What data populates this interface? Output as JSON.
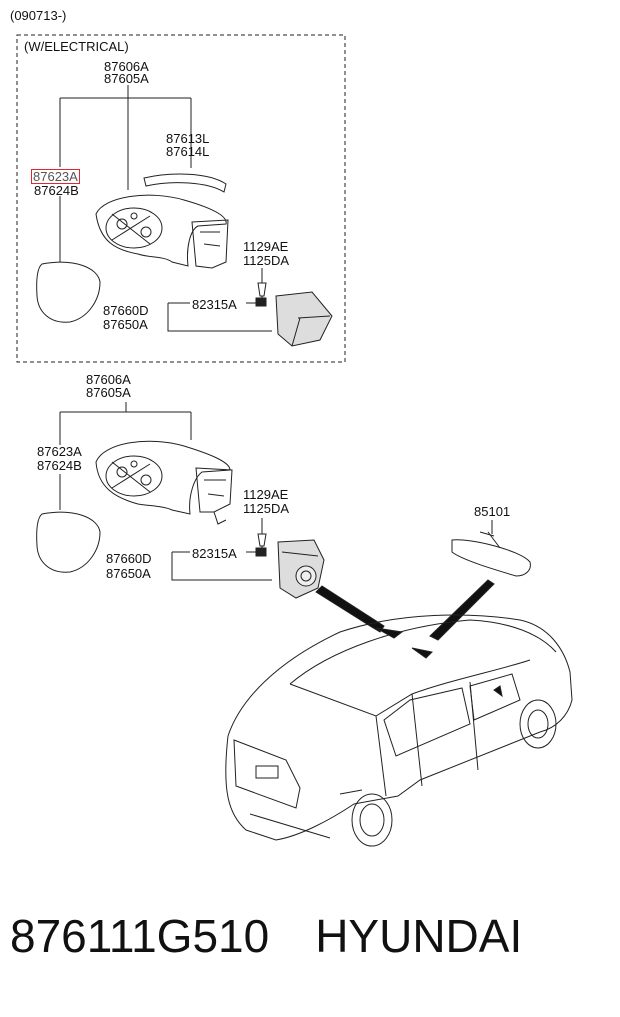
{
  "header": {
    "date_range": "(090713-)"
  },
  "group_a": {
    "title": "(W/ELECTRICAL)",
    "mirror_assy": [
      "87606A",
      "87605A"
    ],
    "cover": [
      "87613L",
      "87614L"
    ],
    "glass_highlighted": "87623A",
    "glass_other": "87624B",
    "screw": [
      "1129AE",
      "1125DA"
    ],
    "bolt": "82315A",
    "garnish": [
      "87660D",
      "87650A"
    ]
  },
  "group_b": {
    "mirror_assy": [
      "87606A",
      "87605A"
    ],
    "glass": [
      "87623A",
      "87624B"
    ],
    "screw": [
      "1129AE",
      "1125DA"
    ],
    "bolt": "82315A",
    "garnish": [
      "87660D",
      "87650A"
    ],
    "inside_mirror": "85101"
  },
  "footer": {
    "part_number": "876111G510",
    "brand": "HYUNDAI"
  },
  "colors": {
    "highlight": "#e0262e",
    "line": "#222222"
  }
}
